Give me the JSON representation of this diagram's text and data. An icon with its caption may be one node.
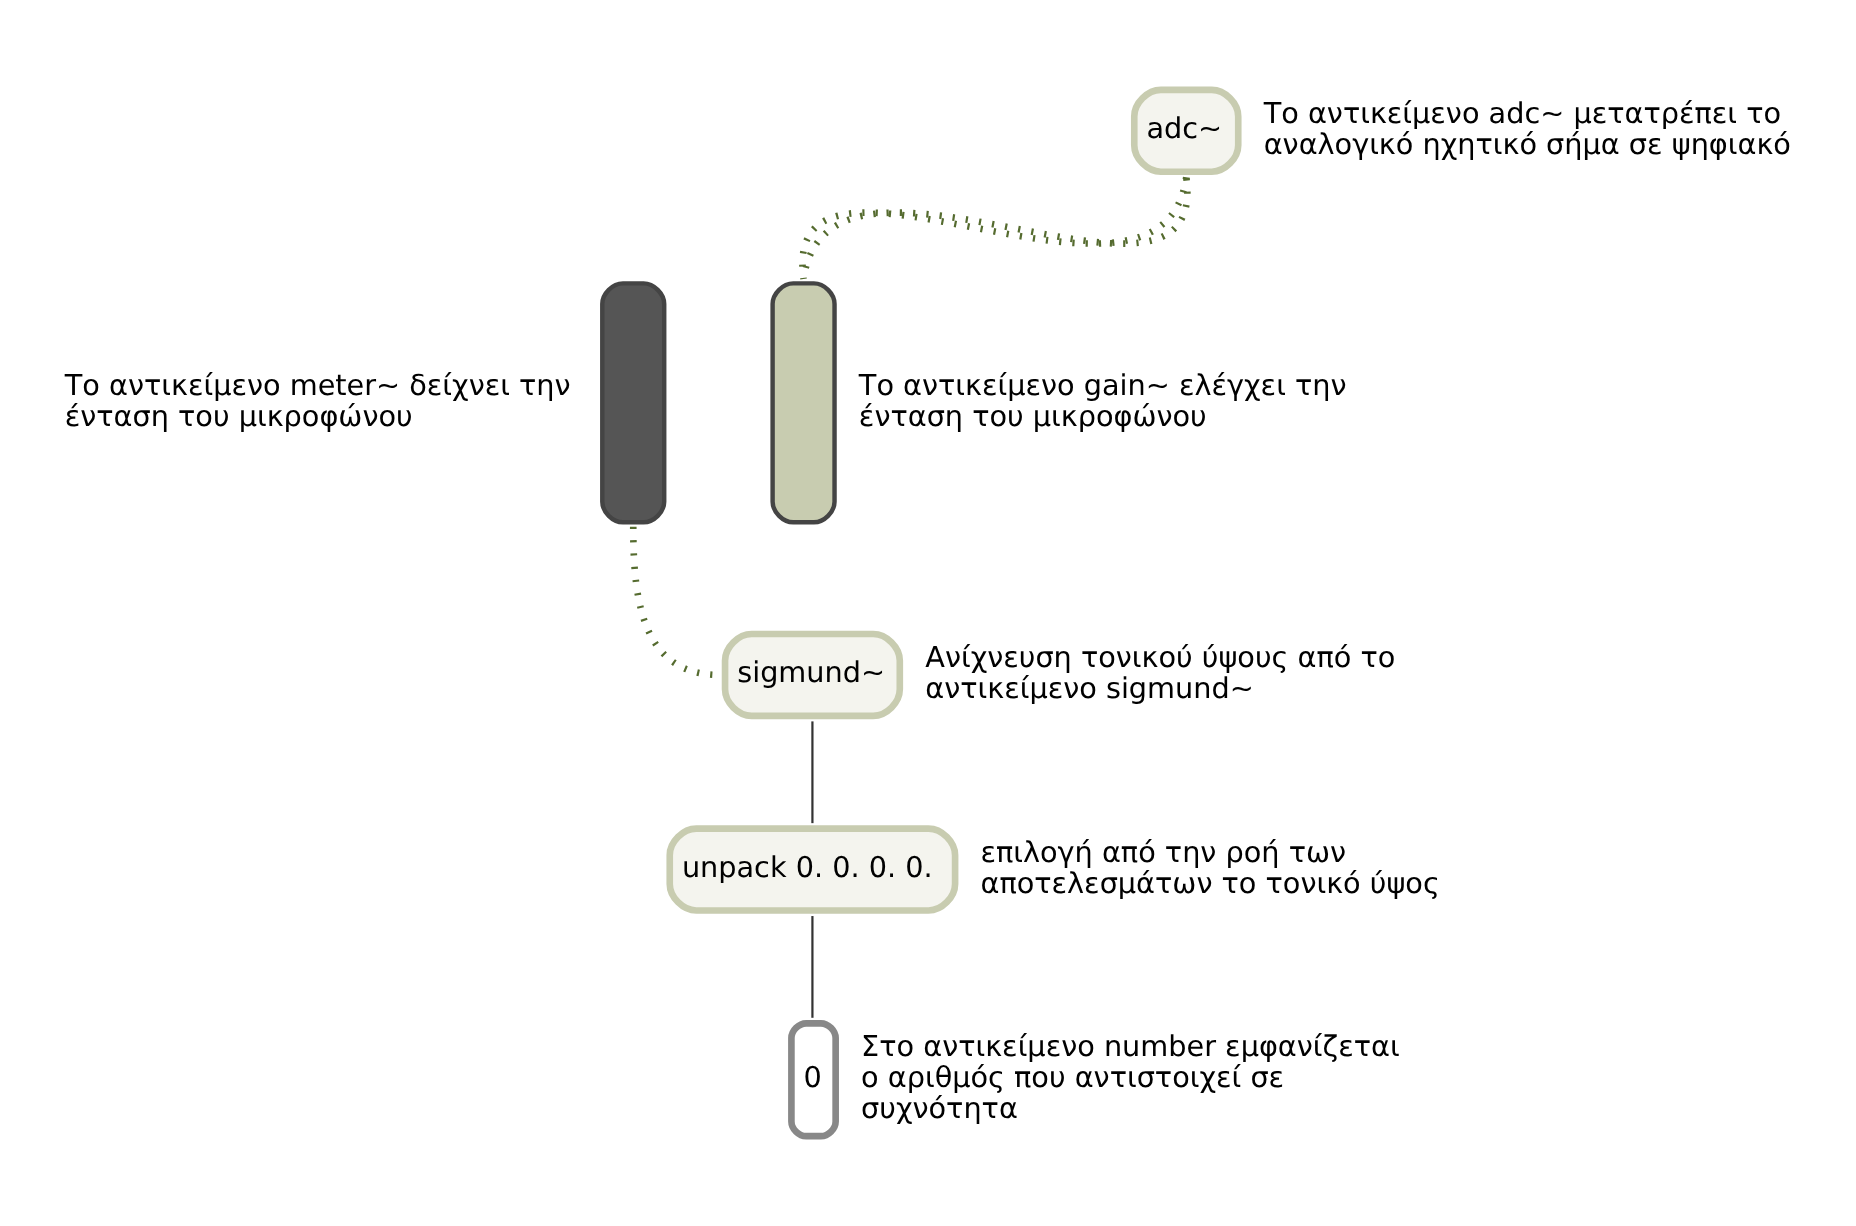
{
  "diagram": {
    "nodes": [
      {
        "text": [
          "adc~"
        ],
        "beside": [
          "Το αντικείμενο adc~ μετατρέπει το αναλογικό ηχητικό σήμα σε ψηφιακό"
        ]
      },
      {
        "text": [],
        "shape": "bar",
        "beside": [
          "Το αντικείμενο meter~ δείχνει την ένταση του μικροφώνου"
        ]
      },
      {
        "text": [],
        "shape": "bar",
        "beside": [
          "Το αντικείμενο gain~ ελέγχει την ένταση του μικροφώνου"
        ]
      },
      {
        "text": [
          "sigmund~"
        ],
        "beside": [
          "Ανίχνευση τονικού ύψους από το αντικείμενο sigmund~"
        ]
      },
      {
        "text": [
          "unpack 0. 0. 0. 0."
        ],
        "beside": [
          "επιλογή από την ροή των αποτελεσμάτων το τονικό ύψος"
        ]
      },
      {
        "text": [
          "0"
        ],
        "beside": [
          "Στο αντικείμενο number εμφανίζεται ο αριθμός που αντιστοιχεί σε συχνότητα"
        ]
      }
    ],
    "edges": [
      {
        "from": 0,
        "to": 2,
        "arrow": "none",
        "style": "dashed",
        "color": "#556b2f"
      },
      {
        "from": 0,
        "to": 2,
        "arrow": "none",
        "style": "dashed",
        "color": "#556b2f"
      },
      {
        "from": 1,
        "to": 3,
        "arrow": "none",
        "style": "dashed",
        "color": "#556b2f"
      },
      {
        "from": 3,
        "to": 4,
        "arrow": "none",
        "color": "#333333"
      },
      {
        "from": 4,
        "to": 5,
        "arrow": "none",
        "color": "#333333"
      }
    ]
  }
}
